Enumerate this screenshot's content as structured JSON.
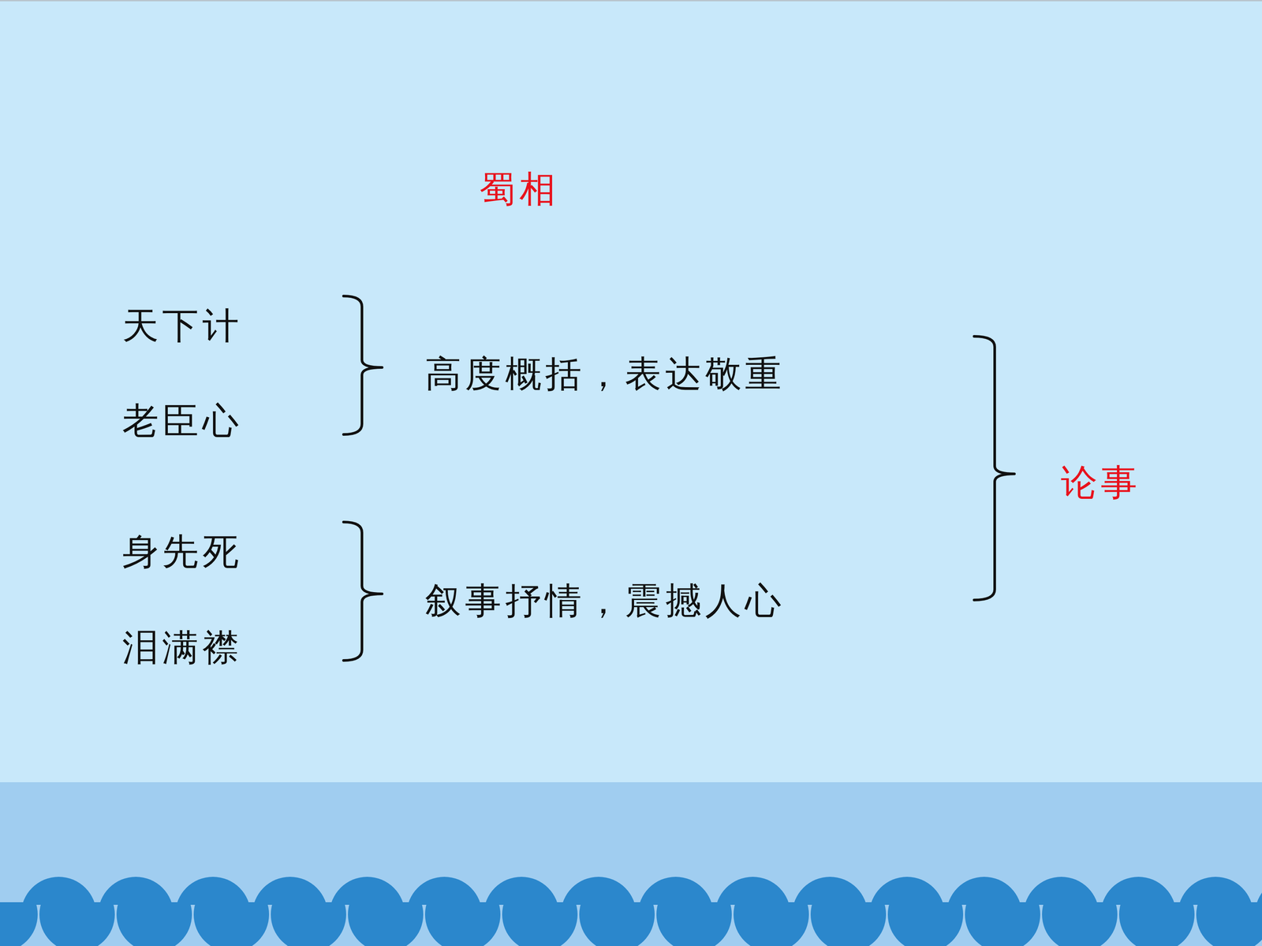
{
  "diagram": {
    "title": "蜀相",
    "labels": [
      "天下计",
      "老臣心",
      "高度概括，表达敬重",
      "身先死",
      "泪满襟",
      "叙事抒情，震撼人心",
      "论事"
    ]
  }
}
